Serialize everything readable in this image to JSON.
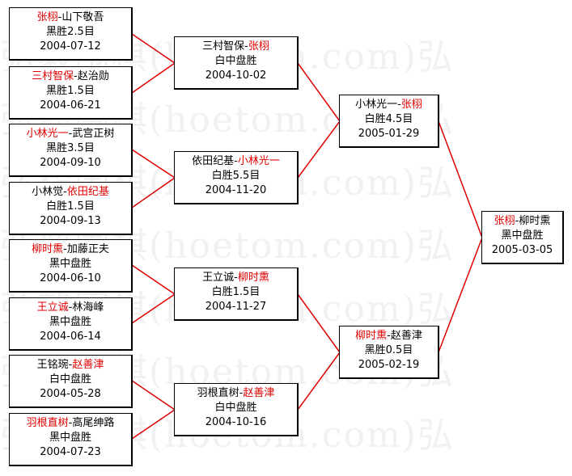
{
  "colors": {
    "winner": "#e00000",
    "text": "#000000",
    "connector": "#e00000",
    "watermark": "#f1f1f1"
  },
  "watermark": {
    "lines": [
      "弘毅围棋(hoetom.com)弘",
      "弘毅围棋(hoetom.com)弘",
      "弘毅围棋(hoetom.com)弘",
      "弘毅围棋(hoetom.com)弘",
      "弘毅围棋(hoetom.com)弘",
      "弘毅围棋(hoetom.com)弘",
      "弘毅围棋(hoetom.com)弘"
    ]
  },
  "bracket": {
    "round1": [
      {
        "player1": "张栩",
        "separator": "-",
        "player2": "山下敬吾",
        "winner": "player1",
        "result": "黑胜2.5目",
        "date": "2004-07-12"
      },
      {
        "player1": "三村智保",
        "separator": "-",
        "player2": "赵治勋",
        "winner": "player1",
        "result": "黑胜1.5目",
        "date": "2004-06-21"
      },
      {
        "player1": "小林光一",
        "separator": "-",
        "player2": "武宫正树",
        "winner": "player1",
        "result": "黑胜3.5目",
        "date": "2004-09-10"
      },
      {
        "player1": "小林觉",
        "separator": "-",
        "player2": "依田纪基",
        "winner": "player2",
        "result": "白胜1.5目",
        "date": "2004-09-13"
      },
      {
        "player1": "柳时熏",
        "separator": "-",
        "player2": "加藤正夫",
        "winner": "player1",
        "result": "黑中盘胜",
        "date": "2004-06-10"
      },
      {
        "player1": "王立诚",
        "separator": "-",
        "player2": "林海峰",
        "winner": "player1",
        "result": "黑中盘胜",
        "date": "2004-06-14"
      },
      {
        "player1": "王铭琬",
        "separator": "-",
        "player2": "赵善津",
        "winner": "player2",
        "result": "白中盘胜",
        "date": "2004-05-28"
      },
      {
        "player1": "羽根直树",
        "separator": "-",
        "player2": "高尾绅路",
        "winner": "player1",
        "result": "黑中盘胜",
        "date": "2004-07-23"
      }
    ],
    "round2": [
      {
        "player1": "三村智保",
        "separator": "-",
        "player2": "张栩",
        "winner": "player2",
        "result": "白中盘胜",
        "date": "2004-10-02"
      },
      {
        "player1": "依田纪基",
        "separator": "-",
        "player2": "小林光一",
        "winner": "player2",
        "result": "白胜5.5目",
        "date": "2004-11-20"
      },
      {
        "player1": "王立诚",
        "separator": "-",
        "player2": "柳时熏",
        "winner": "player2",
        "result": "白胜1.5目",
        "date": "2004-11-27"
      },
      {
        "player1": "羽根直树",
        "separator": "-",
        "player2": "赵善津",
        "winner": "player2",
        "result": "白中盘胜",
        "date": "2004-10-16"
      }
    ],
    "semifinal": [
      {
        "player1": "小林光一",
        "separator": "-",
        "player2": "张栩",
        "winner": "player2",
        "result": "白胜4.5目",
        "date": "2005-01-29"
      },
      {
        "player1": "柳时熏",
        "separator": "-",
        "player2": "赵善津",
        "winner": "player1",
        "result": "黑胜0.5目",
        "date": "2005-02-19"
      }
    ],
    "final": [
      {
        "player1": "张栩",
        "separator": "-",
        "player2": "柳时熏",
        "winner": "player1",
        "result": "黑中盘胜",
        "date": "2005-03-05"
      }
    ]
  }
}
